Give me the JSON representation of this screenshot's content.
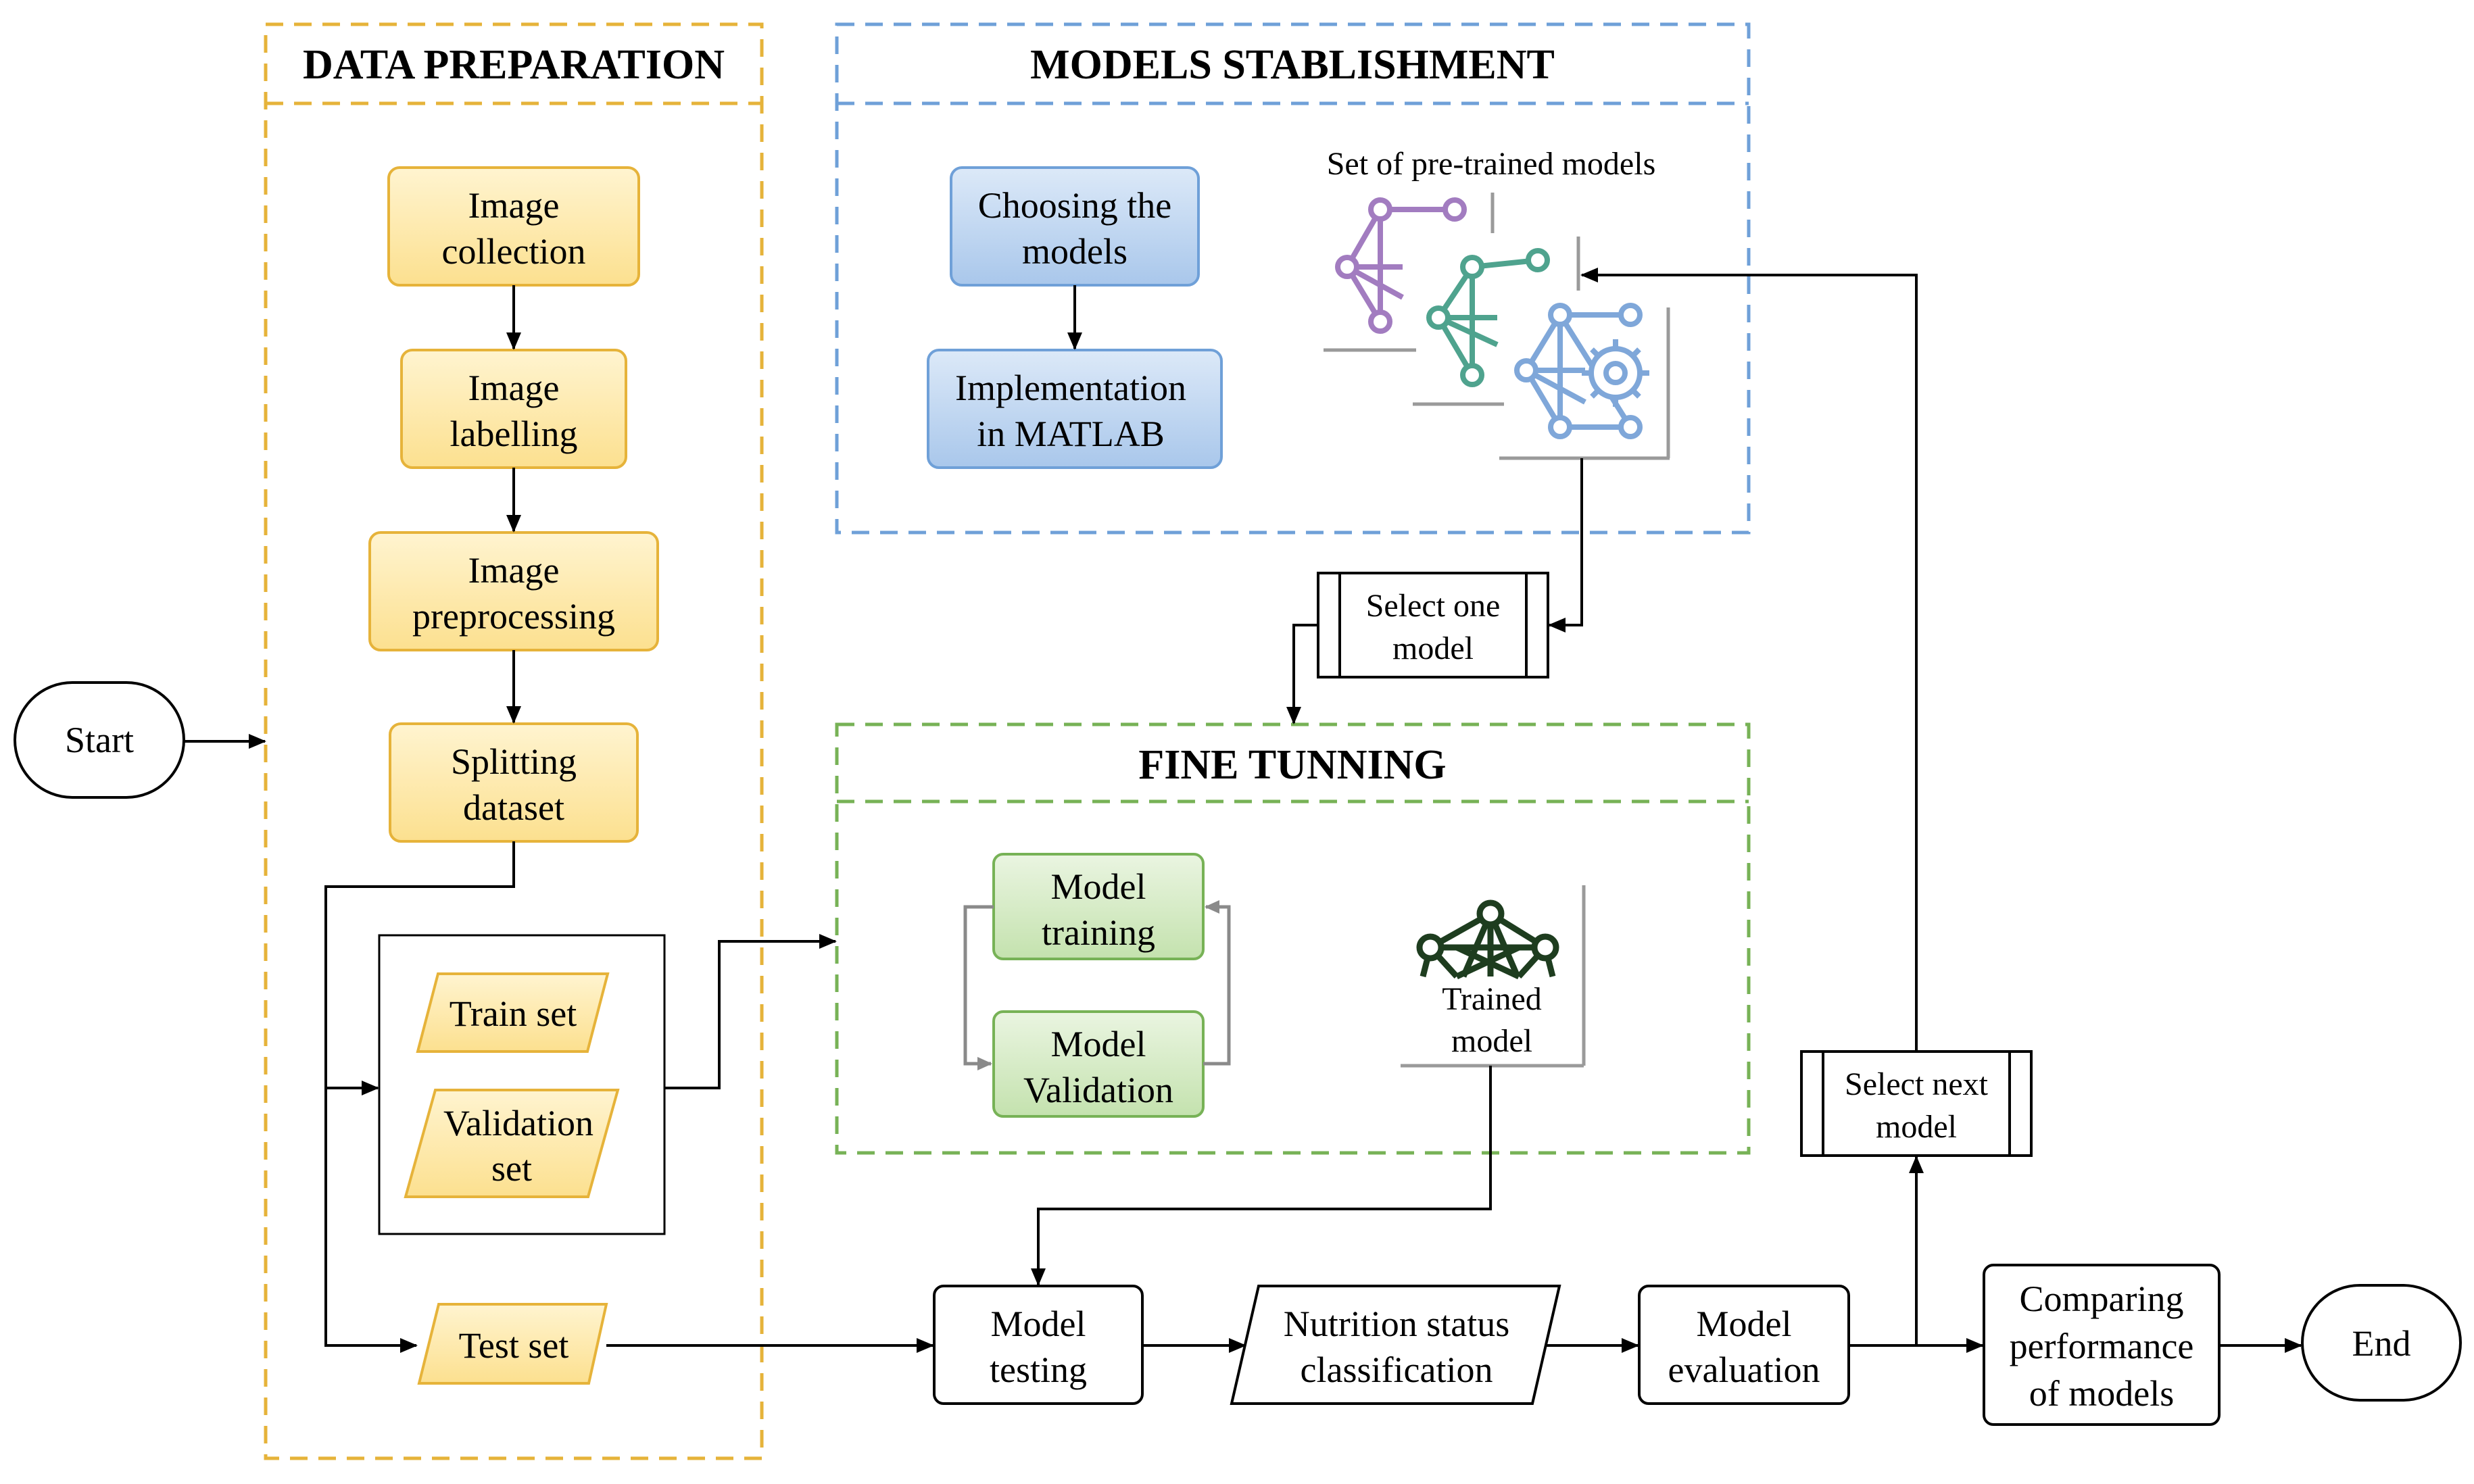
{
  "sections": {
    "data_preparation": "DATA PREPARATION",
    "models_establishment": "MODELS STABLISHMENT",
    "fine_tuning": "FINE TUNNING"
  },
  "nodes": {
    "start": "Start",
    "end": "End",
    "image_collection": [
      "Image",
      "collection"
    ],
    "image_labelling": [
      "Image",
      "labelling"
    ],
    "image_preprocessing": [
      "Image",
      "preprocessing"
    ],
    "splitting_dataset": [
      "Splitting",
      "dataset"
    ],
    "train_set": "Train set",
    "validation_set": [
      "Validation",
      "set"
    ],
    "test_set": "Test set",
    "choosing_models": [
      "Choosing the",
      "models"
    ],
    "implementation_matlab": [
      "Implementation",
      "in MATLAB"
    ],
    "pretrained_label": "Set of pre-trained models",
    "select_one_model": [
      "Select one",
      "model"
    ],
    "model_training": [
      "Model",
      "training"
    ],
    "model_validation": [
      "Model",
      "Validation"
    ],
    "trained_model": [
      "Trained",
      "model"
    ],
    "model_testing": [
      "Model",
      "testing"
    ],
    "nutrition_classification": [
      "Nutrition status",
      "classification"
    ],
    "model_evaluation": [
      "Model",
      "evaluation"
    ],
    "select_next_model": [
      "Select next",
      "model"
    ],
    "comparing_performance": [
      "Comparing",
      "performance",
      "of models"
    ]
  },
  "icons": [
    "neural-network-purple-icon",
    "neural-network-teal-icon",
    "neural-network-gear-icon",
    "trained-model-network-icon"
  ],
  "colors": {
    "data_prep_accent": "#E6B33A",
    "data_prep_fill_top": "#FFF4D0",
    "data_prep_fill_bottom": "#FCE08F",
    "models_accent": "#6FA0D8",
    "models_fill_top": "#DCE9F8",
    "models_fill_bottom": "#A9C7EB",
    "fine_tuning_accent": "#77B256",
    "fine_tuning_fill_top": "#EAF5E1",
    "fine_tuning_fill_bottom": "#C4E2AE",
    "net_purple": "#A27CC0",
    "net_teal": "#4FA38E",
    "net_blue": "#7FA7D9",
    "net_dark": "#1E3D1F"
  }
}
